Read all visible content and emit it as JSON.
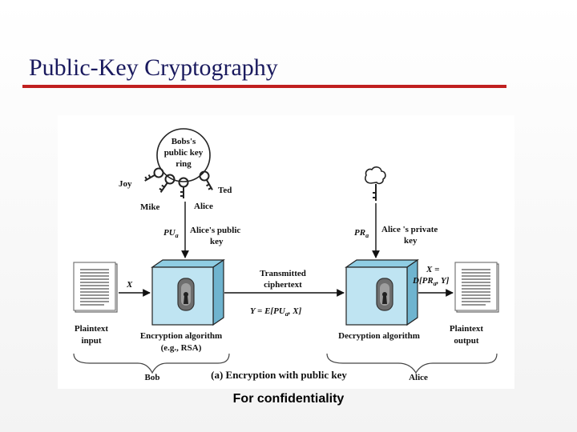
{
  "slide": {
    "title": "Public-Key Cryptography",
    "caption": "For confidentiality",
    "accent_color": "#c0201f",
    "title_color": "#1a1a5e",
    "box_color": "#bfe4f2"
  },
  "diagram": {
    "key_ring": {
      "line1": "Bobs's",
      "line2": "public key",
      "line3": "ring"
    },
    "key_owners": {
      "joy": "Joy",
      "mike": "Mike",
      "alice": "Alice",
      "ted": "Ted"
    },
    "public_key": {
      "symbol": "PU",
      "subscript": "a",
      "line1": "Alice's public",
      "line2": "key"
    },
    "private_key": {
      "symbol": "PR",
      "subscript": "a",
      "line1": "Alice 's private",
      "line2": "key"
    },
    "plaintext_input": {
      "symbol": "X",
      "line1": "Plaintext",
      "line2": "input"
    },
    "encryption": {
      "line1": "Encryption algorithm",
      "line2": "(e.g., RSA)"
    },
    "transmission": {
      "line1": "Transmitted",
      "line2": "ciphertext",
      "formula_lhs": "Y = E[",
      "key": "PU",
      "sub": "a",
      "rest": ", X]"
    },
    "decryption": {
      "label": "Decryption algorithm"
    },
    "output": {
      "formula_top": "X =",
      "formula_lhs": "D[",
      "key": "PR",
      "sub": "a",
      "rest": ", Y]",
      "line1": "Plaintext",
      "line2": "output"
    },
    "parties": {
      "bob": "Bob",
      "alice": "Alice"
    },
    "figure_caption": "(a) Encryption with public key"
  }
}
